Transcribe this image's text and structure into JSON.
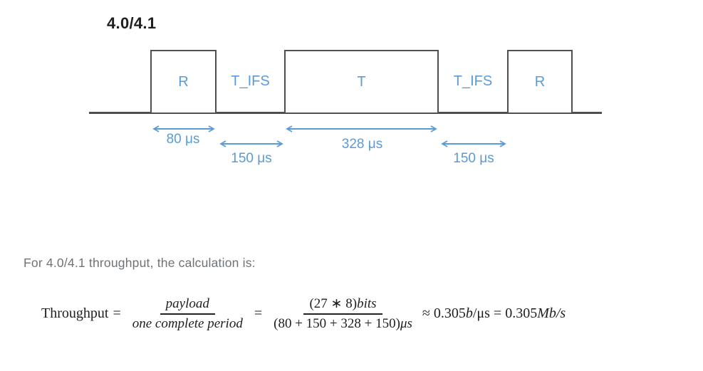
{
  "diagram": {
    "title": "4.0/4.1",
    "accent_color": "#5b9bd5",
    "line_color": "#4f4f4f",
    "boxes": [
      {
        "label": "R"
      },
      {
        "label": "T"
      },
      {
        "label": "R"
      }
    ],
    "gaps": [
      {
        "label": "T_IFS"
      },
      {
        "label": "T_IFS"
      }
    ],
    "measurements": [
      {
        "label": "80 μs"
      },
      {
        "label": "150 μs"
      },
      {
        "label": "328 μs"
      },
      {
        "label": "150 μs"
      }
    ]
  },
  "body": {
    "intro": "For 4.0/4.1 throughput, the calculation is:"
  },
  "formula": {
    "lhs": "Throughput",
    "eq1": "=",
    "frac1": {
      "num": "payload",
      "den": "one complete period"
    },
    "eq2": "=",
    "frac2": {
      "num_value": "(27 ∗ 8)",
      "num_unit": "bits",
      "den_value": "(80 + 150 + 328 + 150)",
      "den_unit": "μs"
    },
    "result": {
      "p1": "≈ 0.305",
      "p2": "b",
      "p3": "/μs",
      "p4": " = 0.305",
      "p5": "Mb",
      "p6": "/s"
    }
  }
}
